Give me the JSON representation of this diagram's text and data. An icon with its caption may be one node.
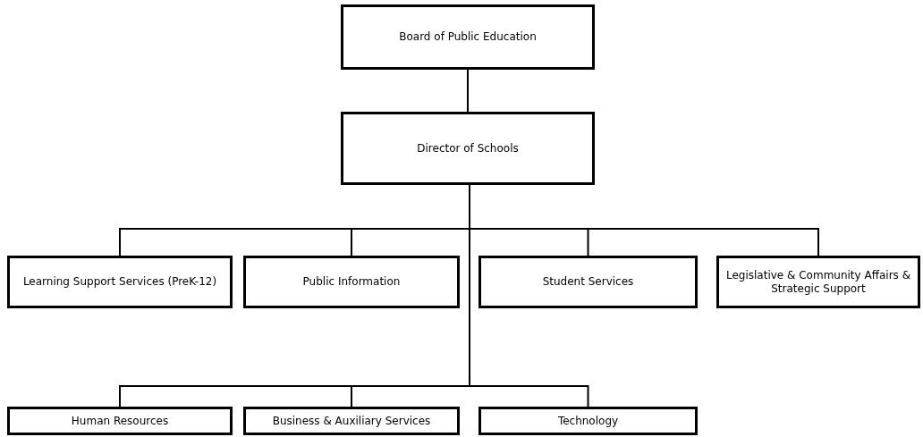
{
  "diagram": {
    "nodes": [
      {
        "text": [
          "Board of Public Education"
        ]
      },
      {
        "text": [
          "Director of Schools"
        ]
      },
      {
        "text": [
          "Learning Support Services (PreK-12)"
        ]
      },
      {
        "text": [
          "Public Information"
        ]
      },
      {
        "text": [
          "Student Services"
        ]
      },
      {
        "text": [
          "Legislative & Community Affairs & Strategic Support"
        ]
      },
      {
        "text": [
          "Human Resources"
        ]
      },
      {
        "text": [
          "Business & Auxiliary Services"
        ]
      },
      {
        "text": [
          "Technology"
        ]
      }
    ],
    "edges": [
      {
        "from": 0,
        "to": 1,
        "arrow": "none"
      },
      {
        "from": 1,
        "to": 2,
        "arrow": "none"
      },
      {
        "from": 1,
        "to": 3,
        "arrow": "none"
      },
      {
        "from": 1,
        "to": 4,
        "arrow": "none"
      },
      {
        "from": 1,
        "to": 5,
        "arrow": "none"
      },
      {
        "from": 1,
        "to": 6,
        "arrow": "none"
      },
      {
        "from": 1,
        "to": 7,
        "arrow": "none"
      },
      {
        "from": 1,
        "to": 8,
        "arrow": "none"
      }
    ]
  }
}
